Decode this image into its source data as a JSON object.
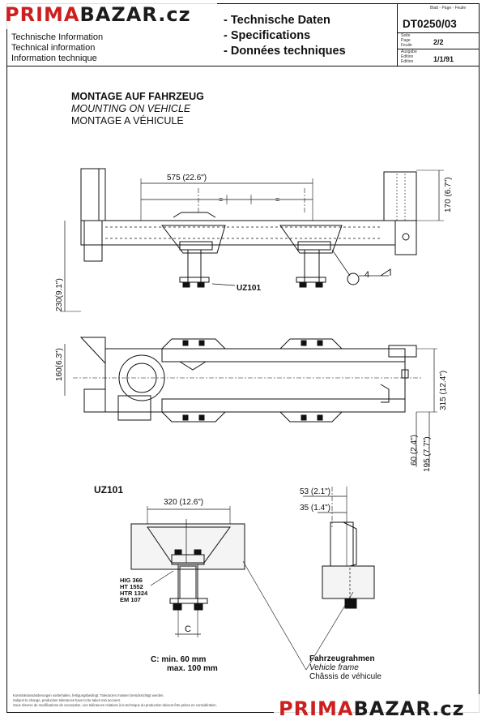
{
  "header": {
    "info_lines": [
      "Technische Information",
      "Technical information",
      "Information technique"
    ],
    "spec_lines": [
      "- Technische Daten",
      "- Specifications",
      "- Données techniques"
    ],
    "doc": {
      "sheet_label": "Blatt - Page - Feuile",
      "number": "DT0250/03",
      "page_labels": [
        "Seite",
        "Page",
        "Feuile"
      ],
      "page": "2/2",
      "edition_labels": [
        "Ausgabe",
        "Edition",
        "Edition"
      ],
      "edition": "1/1/91"
    }
  },
  "watermark": {
    "part1": "PRIMA",
    "part2": "BAZAR.cz"
  },
  "titles": [
    "MONTAGE AUF FAHRZEUG",
    "MOUNTING ON VEHICLE",
    "MONTAGE A VÉHICULE"
  ],
  "dims": {
    "d575": "575  (22.6\")",
    "eq": "=",
    "d170": "170  (6.7\")",
    "d230": "230(9.1\")",
    "d160": "160(6.3\")",
    "d315": "315  (12.4\")",
    "d60": "60  (2.4\")",
    "d195": "195  (7.7\")",
    "d320": "320  (12.6\")",
    "d53": "53 (2.1\")",
    "d35": "35 (1.4\")",
    "weld": "4",
    "c_letter": "C"
  },
  "labels": {
    "uz101_callout": "UZ101",
    "uz101_heading": "UZ101",
    "models": [
      "HIG 366",
      "HT 1552",
      "HTR 1324",
      "EM 107"
    ],
    "c_note": [
      "C:  min. 60 mm",
      "max. 100 mm"
    ],
    "frame_title": "Fahrzeugrahmen",
    "frame_en": "Vehicle frame",
    "frame_fr": "Châssis de véhicule"
  },
  "footer": [
    "Konstruktionsänderungen vorbehalten, fertigungsbedingt. Toleranzen müssen berücksichtigt werden.",
    "Subject to change, production tolerances have to be taken into account.",
    "Sous réserve de modifications de conception. Les tolérances relatives à la technique du production doivent être prises en considération."
  ]
}
